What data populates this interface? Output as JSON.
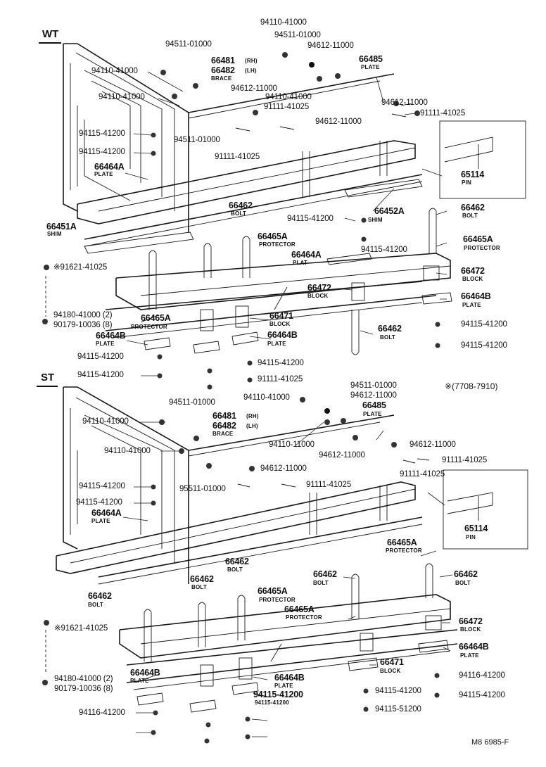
{
  "sections": {
    "wt": "WT",
    "st": "ST"
  },
  "note": "※(7708-7910)",
  "footer": "M8 6985-F",
  "wt": {
    "labels": [
      "94110-41000",
      "94511-01000",
      "94612-11000",
      "94511-01000",
      "66485",
      "PLATE",
      "94110-41000",
      "66481",
      "(RH)",
      "66482",
      "(LH)",
      "BRACE",
      "94110-41000",
      "94612-11000",
      "94110-41000",
      "94612-11000",
      "91111-41025",
      "94612-11000",
      "91111-41025",
      "94511-01000",
      "94115-41200",
      "94115-41200",
      "91111-41025",
      "66464A",
      "PLATE",
      "65114",
      "PIN",
      "66462",
      "BOLT",
      "94115-41200",
      "SHIM",
      "66452A",
      "66462",
      "BOLT",
      "66451A",
      "SHIM",
      "66465A",
      "PROTECTOR",
      "94115-41200",
      "66465A",
      "PROTECTOR",
      "66464A",
      "PLAT",
      "※91621-41025",
      "66472",
      "BLOCK",
      "66472",
      "BLOCK",
      "66464B",
      "PLATE",
      "94180-41000 (2)",
      "90179-10036 (8)",
      "66465A",
      "PROTECTOR",
      "66471",
      "BLOCK",
      "66462",
      "BOLT",
      "94115-41200",
      "66464B",
      "PLATE",
      "66464B",
      "PLATE",
      "94115-41200",
      "94115-41200",
      "94115-41200",
      "94115-41200",
      "91111-41025"
    ]
  },
  "st": {
    "labels": [
      "94511-01000",
      "94612-11000",
      "94110-41000",
      "66485",
      "PLATE",
      "94511-01000",
      "66481",
      "(RH)",
      "66482",
      "(LH)",
      "BRACE",
      "94110-41000",
      "94110-11000",
      "94612-11000",
      "94612-11000",
      "94110-41000",
      "94612-11000",
      "91111-41025",
      "91111-41025",
      "94115-41200",
      "95511-01000",
      "91111-41025",
      "94115-41200",
      "66464A",
      "PLATE",
      "65114",
      "PIN",
      "66465A",
      "PROTECTOR",
      "66462",
      "BOLT",
      "66462",
      "BOLT",
      "66462",
      "BOLT",
      "66462",
      "BOLT",
      "66462",
      "BOLT",
      "66465A",
      "PROTECTOR",
      "66465A",
      "PROTECTOR",
      "※91621-41025",
      "66472",
      "BLOCK",
      "66464B",
      "PLATE",
      "94180-41000 (2)",
      "90179-10036 (8)",
      "66464B",
      "PLATE",
      "66471",
      "BLOCK",
      "66464B",
      "PLATE",
      "94115-41200",
      "94115-41200",
      "94116-41200",
      "94115-41200",
      "94115-41200",
      "94116-41200",
      "94115-51200"
    ]
  }
}
